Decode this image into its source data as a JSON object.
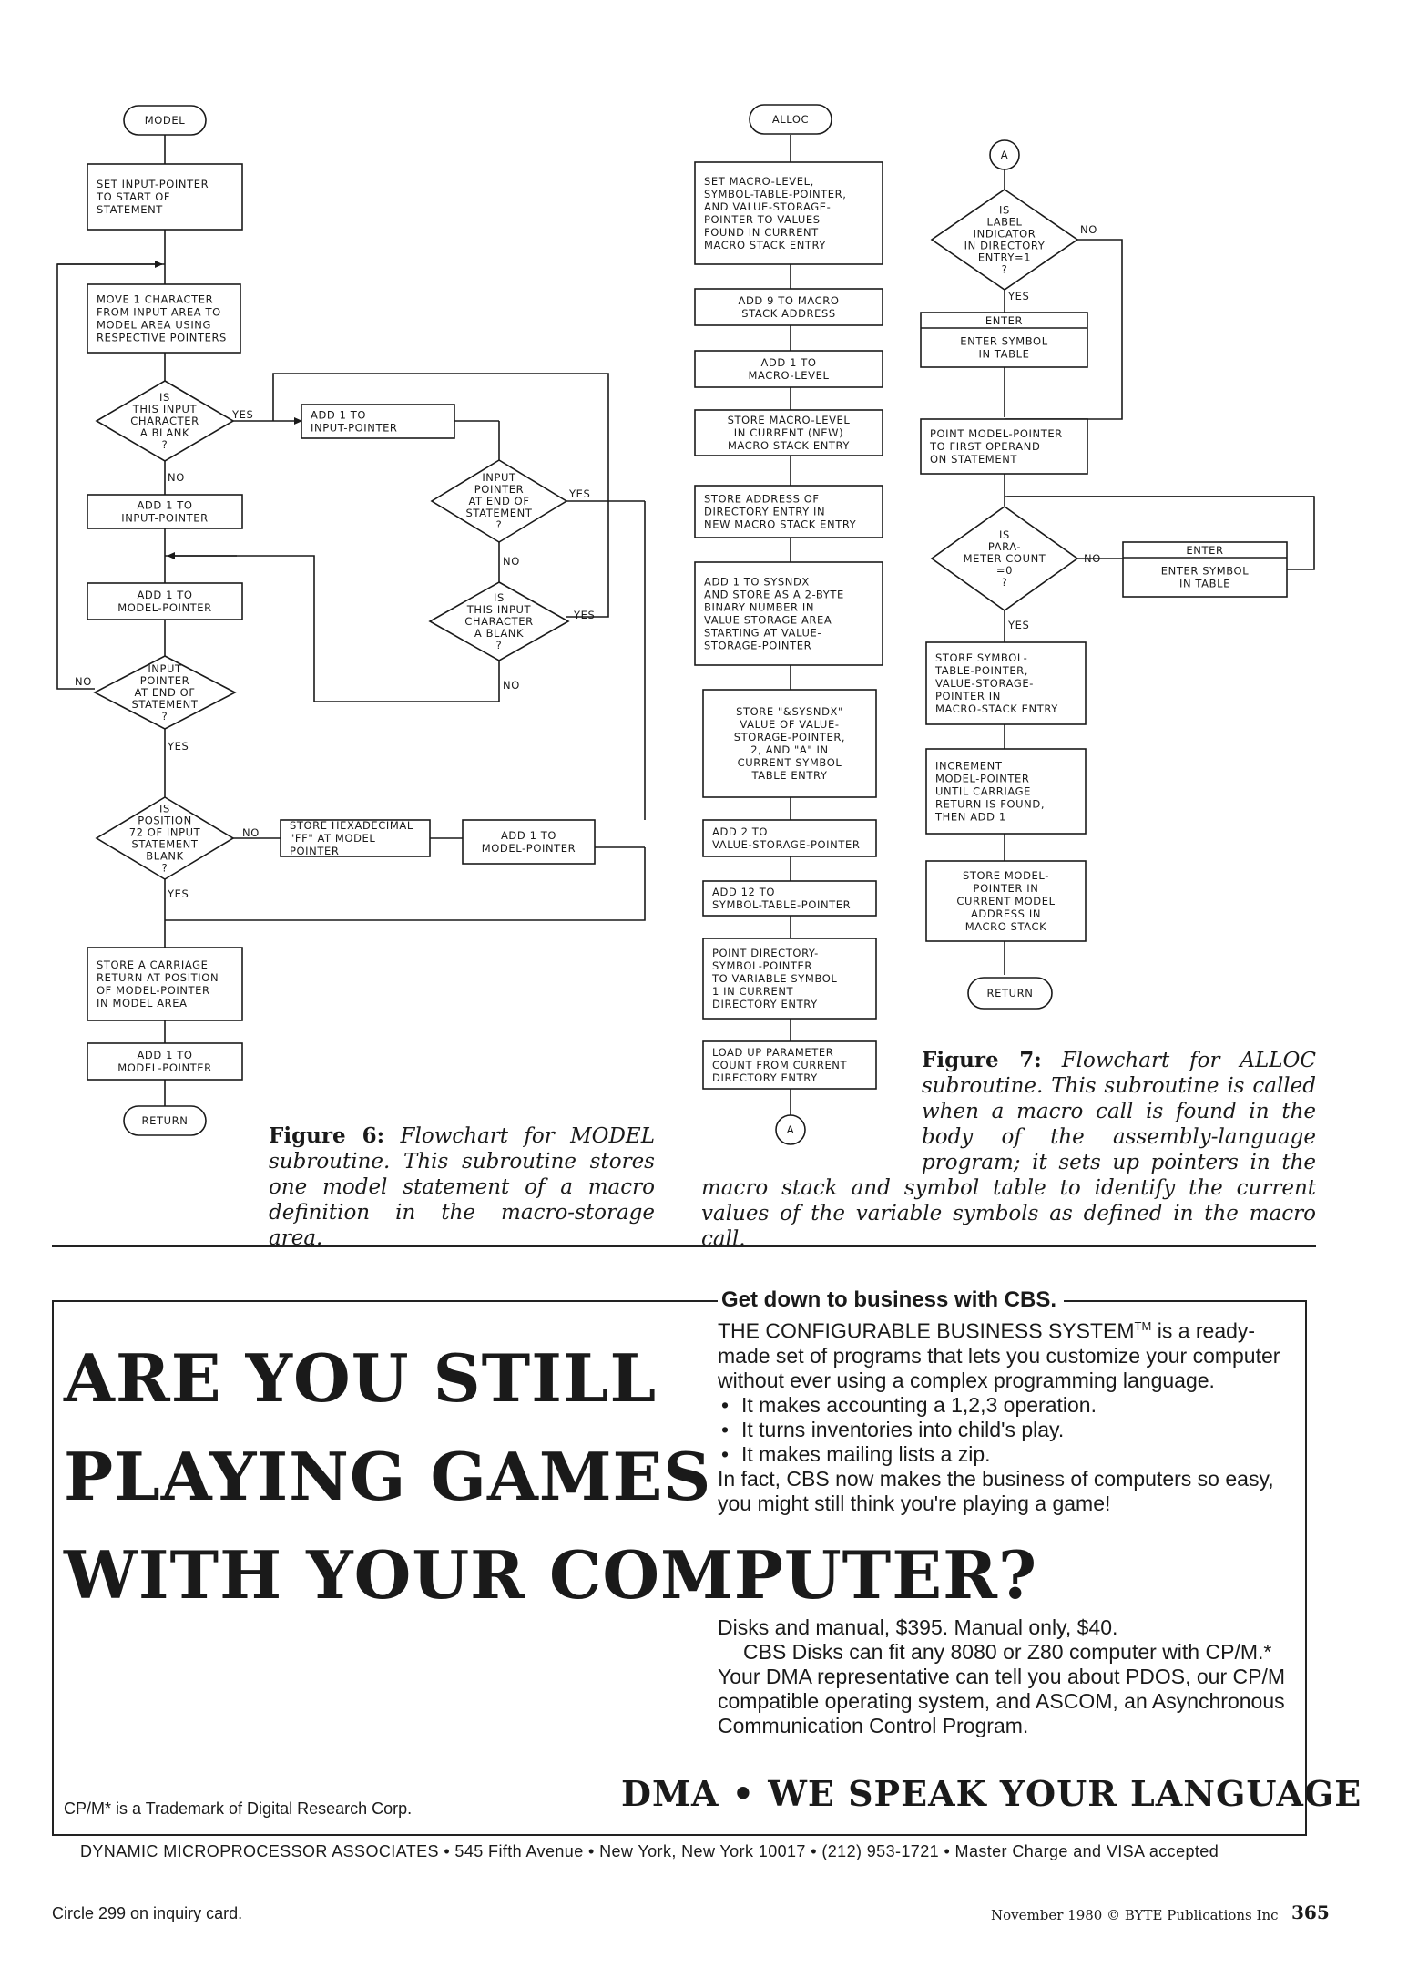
{
  "figure6": {
    "start": "MODEL",
    "set_pointer": [
      "SET INPUT-POINTER",
      "TO START OF",
      "STATEMENT"
    ],
    "move_char": [
      "MOVE 1 CHARACTER",
      "FROM INPUT AREA TO",
      "MODEL AREA USING",
      "RESPECTIVE POINTERS"
    ],
    "dec_blank": [
      "IS",
      "THIS INPUT",
      "CHARACTER",
      "A BLANK",
      "?"
    ],
    "add_input_right": [
      "ADD 1 TO",
      "INPUT-POINTER"
    ],
    "add_input_left": [
      "ADD 1 TO",
      "INPUT-POINTER"
    ],
    "dec_end_right": [
      "INPUT",
      "POINTER",
      "AT END OF",
      "STATEMENT",
      "?"
    ],
    "dec_blank2": [
      "IS",
      "THIS INPUT",
      "CHARACTER",
      "A BLANK",
      "?"
    ],
    "add_model": [
      "ADD 1 TO",
      "MODEL-POINTER"
    ],
    "dec_end_left": [
      "INPUT",
      "POINTER",
      "AT END OF",
      "STATEMENT",
      "?"
    ],
    "dec_pos72": [
      "IS",
      "POSITION",
      "72 OF INPUT",
      "STATEMENT",
      "BLANK",
      "?"
    ],
    "store_ff": [
      "STORE HEXADECIMAL",
      "\"FF\" AT MODEL",
      "POINTER"
    ],
    "add_model2": [
      "ADD 1 TO",
      "MODEL-POINTER"
    ],
    "store_cr": [
      "STORE A CARRIAGE",
      "RETURN AT POSITION",
      "OF MODEL-POINTER",
      "IN MODEL AREA"
    ],
    "add_model3": [
      "ADD 1 TO",
      "MODEL-POINTER"
    ],
    "end": "RETURN",
    "yes": "YES",
    "no": "NO",
    "caption_label": "Figure 6:",
    "caption_text": "Flowchart for MODEL subroutine. This subroutine stores one model statement of a macro definition in the macro-storage area."
  },
  "figure7": {
    "start": "ALLOC",
    "set_macro": [
      "SET MACRO-LEVEL,",
      "SYMBOL-TABLE-POINTER,",
      "AND VALUE-STORAGE-",
      "POINTER TO VALUES",
      "FOUND IN CURRENT",
      "MACRO STACK ENTRY"
    ],
    "add9": [
      "ADD 9 TO MACRO",
      "STACK ADDRESS"
    ],
    "add1_level": [
      "ADD 1 TO",
      "MACRO-LEVEL"
    ],
    "store_level": [
      "STORE MACRO-LEVEL",
      "IN CURRENT (NEW)",
      "MACRO STACK ENTRY"
    ],
    "store_dir": [
      "STORE ADDRESS OF",
      "DIRECTORY ENTRY IN",
      "NEW MACRO STACK ENTRY"
    ],
    "add_sysndx": [
      "ADD 1 TO SYSNDX",
      "AND STORE AS A 2-BYTE",
      "BINARY NUMBER IN",
      "VALUE STORAGE AREA",
      "STARTING AT VALUE-",
      "STORAGE-POINTER"
    ],
    "store_sysndx": [
      "STORE \"&SYSNDX\"",
      "VALUE OF VALUE-",
      "STORAGE-POINTER,",
      "2, AND \"A\" IN",
      "CURRENT SYMBOL",
      "TABLE ENTRY"
    ],
    "add2": [
      "ADD 2 TO",
      "VALUE-STORAGE-POINTER"
    ],
    "add12": [
      "ADD 12 TO",
      "SYMBOL-TABLE-POINTER"
    ],
    "point_dir": [
      "POINT DIRECTORY-",
      "SYMBOL-POINTER",
      "TO VARIABLE SYMBOL",
      "1 IN CURRENT",
      "DIRECTORY ENTRY"
    ],
    "load_param": [
      "LOAD UP PARAMETER",
      "COUNT FROM CURRENT",
      "DIRECTORY ENTRY"
    ],
    "connector": "A",
    "dec_label": [
      "IS",
      "LABEL",
      "INDICATOR",
      "IN DIRECTORY",
      "ENTRY=1",
      "?"
    ],
    "enter1_title": "ENTER",
    "enter1_body": [
      "ENTER SYMBOL",
      "IN TABLE"
    ],
    "point_model": [
      "POINT MODEL-POINTER",
      "TO FIRST OPERAND",
      "ON STATEMENT"
    ],
    "dec_param": [
      "IS",
      "PARA-",
      "METER COUNT",
      "=0",
      "?"
    ],
    "enter2_title": "ENTER",
    "enter2_body": [
      "ENTER SYMBOL",
      "IN TABLE"
    ],
    "store_symtab": [
      "STORE SYMBOL-",
      "TABLE-POINTER,",
      "VALUE-STORAGE-",
      "POINTER IN",
      "MACRO-STACK ENTRY"
    ],
    "increment": [
      "INCREMENT",
      "MODEL-POINTER",
      "UNTIL CARRIAGE",
      "RETURN IS FOUND,",
      "THEN ADD 1"
    ],
    "store_model": [
      "STORE MODEL-",
      "POINTER IN",
      "CURRENT MODEL",
      "ADDRESS IN",
      "MACRO STACK"
    ],
    "end": "RETURN",
    "yes": "YES",
    "no": "NO",
    "caption_label": "Figure 7:",
    "caption_text": "Flowchart for ALLOC subroutine. This subroutine is called when a macro call is found in the body of the assembly-language program; it sets up pointers in the macro stack and symbol table to identify the current values of the variable symbols as defined in the macro call."
  },
  "ad": {
    "headline": [
      "ARE YOU STILL",
      "PLAYING GAMES",
      "WITH YOUR COMPUTER?"
    ],
    "subhead": "Get down to business with CBS.",
    "intro": "THE CONFIGURABLE BUSINESS SYSTEM",
    "tm": "TM",
    "intro_rest": " is a ready-made set of programs that lets you customize your computer without ever using a complex programming language.",
    "bullets": [
      "It makes accounting a 1,2,3 operation.",
      "It turns inventories into child's play.",
      "It makes mailing lists a zip."
    ],
    "closing": "In fact, CBS now makes the business of computers so easy, you might still think you're playing a game!",
    "price": "Disks and manual, $395. Manual only, $40.",
    "details": "CBS Disks can fit any 8080 or Z80 computer with CP/M.* Your DMA representative can tell you about PDOS, our CP/M compatible operating system, and ASCOM, an Asynchronous Communication Control Program.",
    "trademark": "CP/M* is a Trademark of Digital Research Corp.",
    "slogan": "DMA • WE SPEAK YOUR LANGUAGE",
    "address": "DYNAMIC MICROPROCESSOR ASSOCIATES • 545 Fifth Avenue • New York, New York 10017 • (212) 953-1721 • Master Charge and VISA accepted"
  },
  "footer": {
    "inquiry": "Circle 299 on inquiry card.",
    "credit": "November 1980 © BYTE Publications Inc",
    "page_number": "365"
  }
}
